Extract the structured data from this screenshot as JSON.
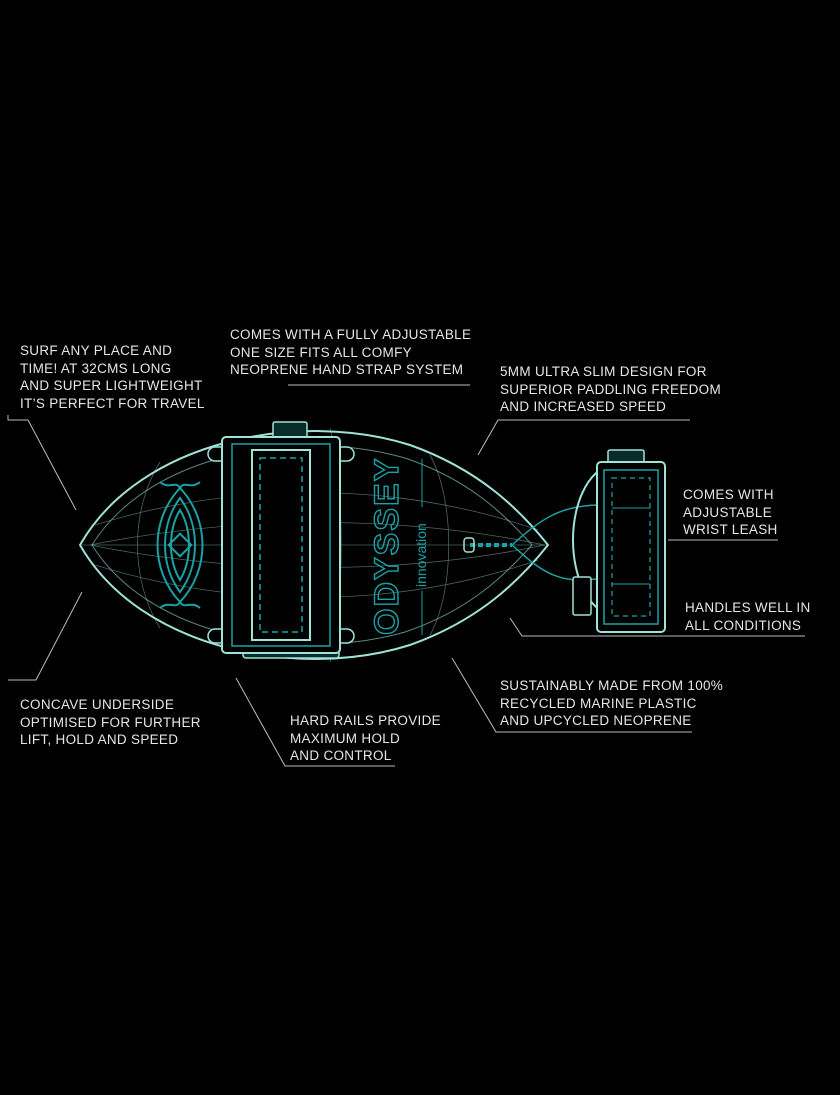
{
  "palette": {
    "background": "#000000",
    "outline": "#9fe3d8",
    "accent": "#1aa3a6",
    "text": "#e6e6e6",
    "leader": "#bdbdbd"
  },
  "brand": {
    "name": "ODYSSEY",
    "tagline": "innovation"
  },
  "callouts": {
    "travel": "SURF ANY PLACE AND\nTIME! AT 32CMS LONG\nAND SUPER LIGHTWEIGHT\nIT’S PERFECT FOR TRAVEL",
    "strap": "COMES WITH A FULLY ADJUSTABLE\nONE SIZE FITS ALL COMFY\nNEOPRENE HAND STRAP SYSTEM",
    "slim": "5MM ULTRA SLIM DESIGN FOR\nSUPERIOR PADDLING FREEDOM\nAND INCREASED SPEED",
    "leash": "COMES WITH\nADJUSTABLE\nWRIST LEASH",
    "handles": "HANDLES WELL IN\nALL CONDITIONS",
    "sustainable": "SUSTAINABLY MADE FROM 100%\nRECYCLED MARINE PLASTIC\nAND UPCYCLED NEOPRENE",
    "concave": "CONCAVE UNDERSIDE\nOPTIMISED FOR FURTHER\nLIFT, HOLD AND SPEED",
    "rails": "HARD RAILS PROVIDE\nMAXIMUM HOLD\nAND CONTROL"
  }
}
